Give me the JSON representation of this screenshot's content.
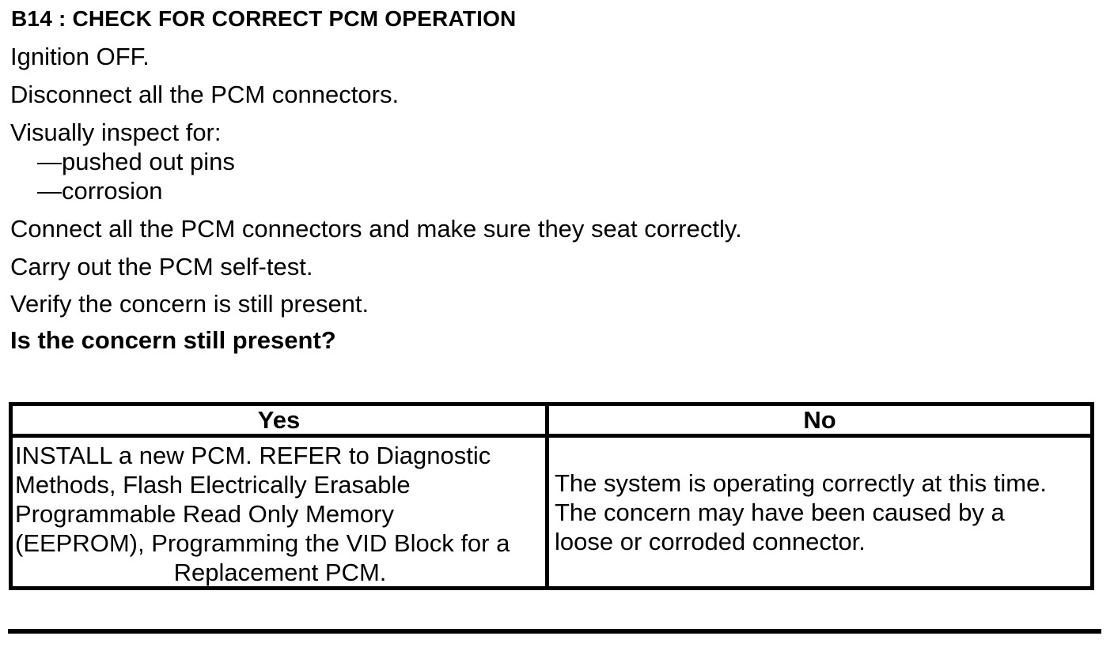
{
  "page": {
    "title": "B14 : CHECK FOR CORRECT PCM OPERATION",
    "steps": [
      "Ignition OFF.",
      "Disconnect all the PCM connectors.",
      "Visually inspect for:",
      "—pushed out pins",
      "—corrosion",
      "Connect all the PCM connectors and make sure they seat correctly.",
      "Carry out the PCM self-test.",
      "Verify the concern is still present."
    ],
    "question": "Is the concern still present?"
  },
  "result_table": {
    "yes_header": "Yes",
    "no_header": "No",
    "yes_lines": [
      "INSTALL a new PCM. REFER to Diagnostic",
      "Methods, Flash Electrically Erasable",
      "Programmable Read Only Memory",
      "(EEPROM), Programming the VID Block for a",
      "Replacement PCM."
    ],
    "no_lines": [
      "The system is operating correctly at this time.",
      "The concern may have been caused by a",
      "loose or corroded connector."
    ]
  },
  "colors": {
    "text": "#000000",
    "background": "#ffffff",
    "border": "#000000"
  }
}
